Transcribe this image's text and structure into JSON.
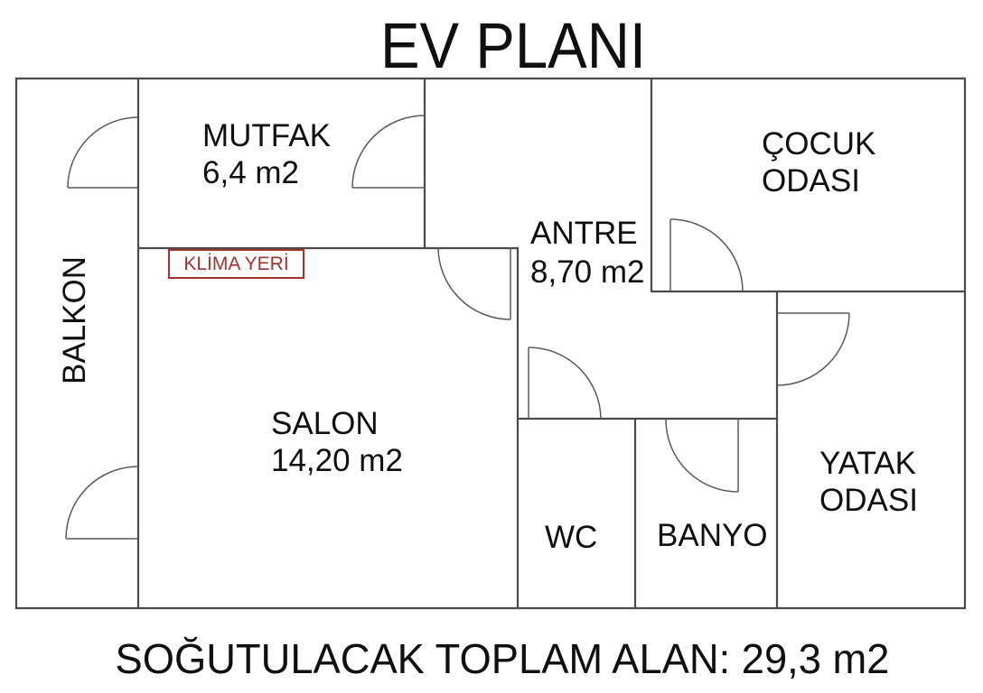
{
  "title": "EV PLANI",
  "rooms": {
    "balkon": {
      "label": "BALKON"
    },
    "mutfak": {
      "label": "MUTFAK",
      "area": "6,4 m2"
    },
    "antre": {
      "label": "ANTRE",
      "area": "8,70 m2"
    },
    "cocuk_odasi": {
      "label_line1": "ÇOCUK",
      "label_line2": "ODASI"
    },
    "salon": {
      "label": "SALON",
      "area": "14,20 m2"
    },
    "wc": {
      "label": "WC"
    },
    "banyo": {
      "label": "BANYO"
    },
    "yatak_odasi": {
      "label_line1": "YATAK",
      "label_line2": "ODASI"
    }
  },
  "annotations": {
    "klima_yeri": "KLİMA YERİ"
  },
  "footer": {
    "total": "SOĞUTULACAK TOPLAM ALAN: 29,3 m2"
  },
  "colors": {
    "wall": "#4a4a4a",
    "door": "#5a5a5a",
    "text": "#101010",
    "accent": "#a0342f",
    "background": "#ffffff"
  }
}
